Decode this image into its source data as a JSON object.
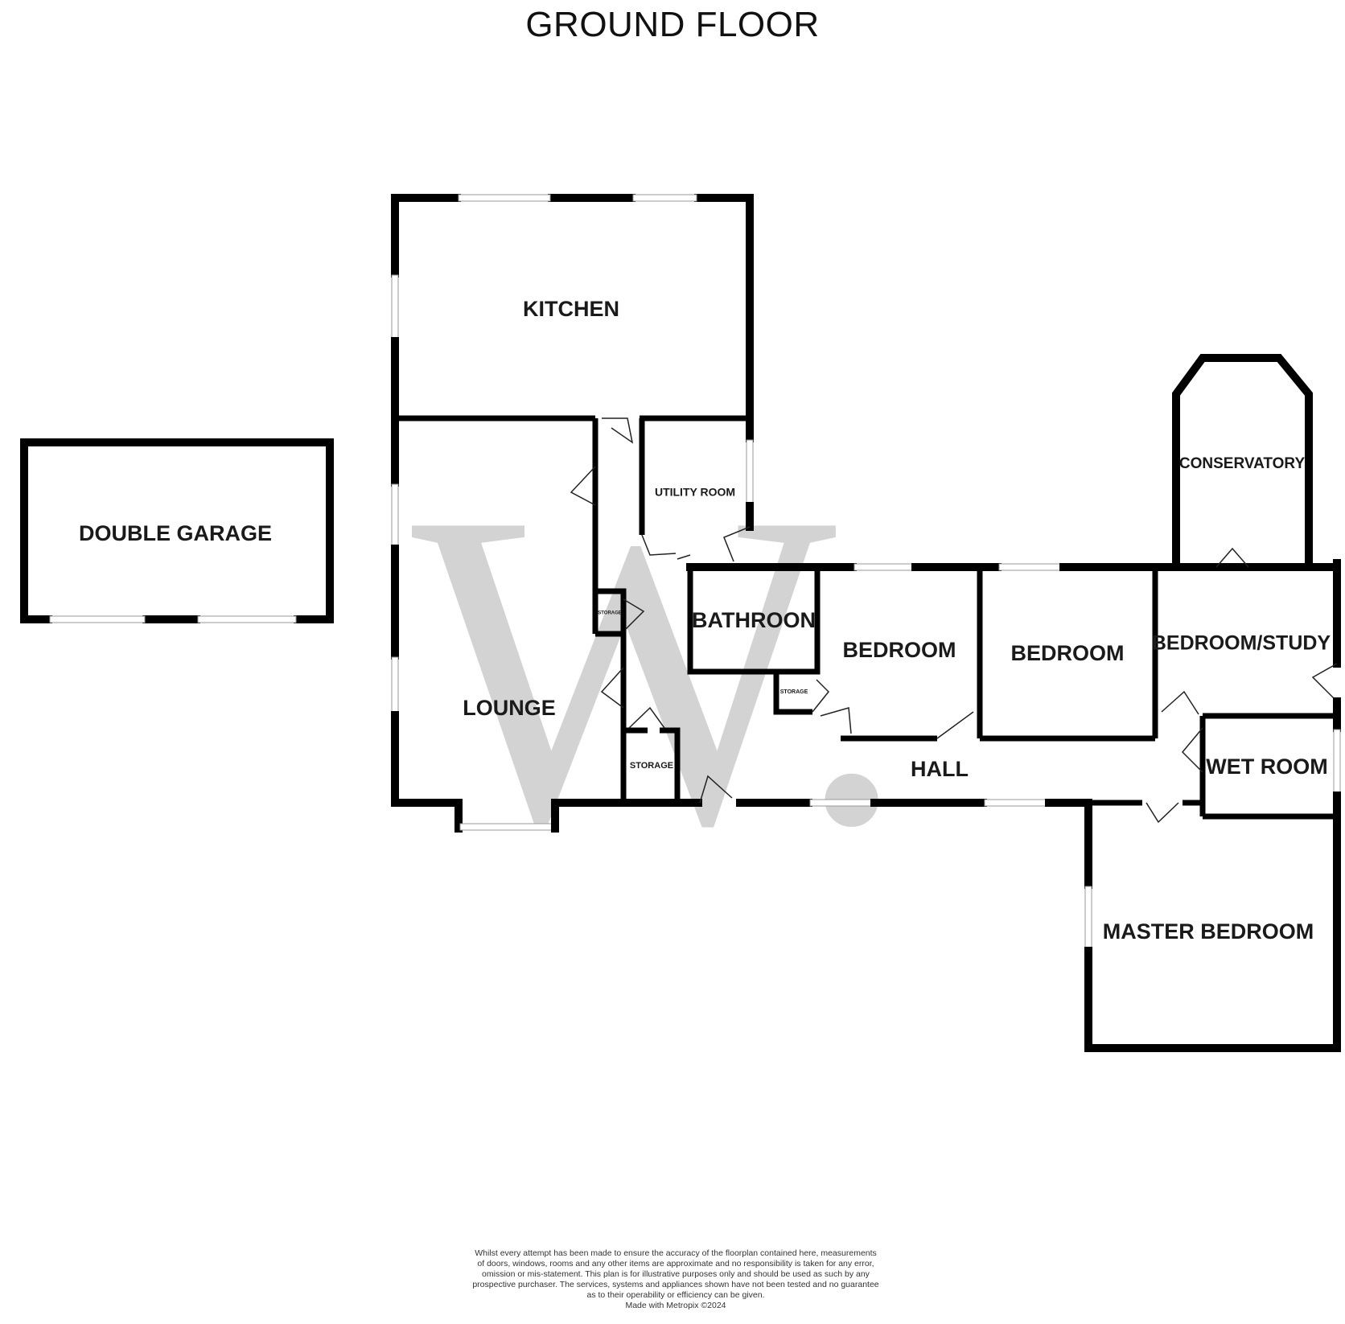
{
  "title": "GROUND FLOOR",
  "rooms": {
    "double_garage": "DOUBLE GARAGE",
    "kitchen": "KITCHEN",
    "utility_room": "UTILITY ROOM",
    "lounge": "LOUNGE",
    "bathroom": "BATHROON",
    "bedroom_1": "BEDROOM",
    "bedroom_2": "BEDROOM",
    "bedroom_study": "BEDROOM/STUDY",
    "conservatory": "CONSERVATORY",
    "hall": "HALL",
    "wet_room": "WET ROOM",
    "master_bedroom": "MASTER BEDROOM",
    "storage_1": "STORAGE",
    "storage_2": "STORAGE",
    "storage_3": "STORAGE"
  },
  "watermark": "W.",
  "disclaimer": [
    "Whilst every attempt has been made to ensure the accuracy of the floorplan contained here, measurements",
    "of doors, windows, rooms and any other items are approximate and no responsibility is taken for any error,",
    "omission or mis-statement. This plan is for illustrative purposes only and should be used as such by any",
    "prospective purchaser. The services, systems and appliances shown have not been tested and no guarantee",
    "as to their operability or efficiency can be given.",
    "Made with Metropix ©2024"
  ],
  "colors": {
    "wall": "#000000",
    "window": "#9a9a9a",
    "watermark": "#d3d3d3"
  }
}
